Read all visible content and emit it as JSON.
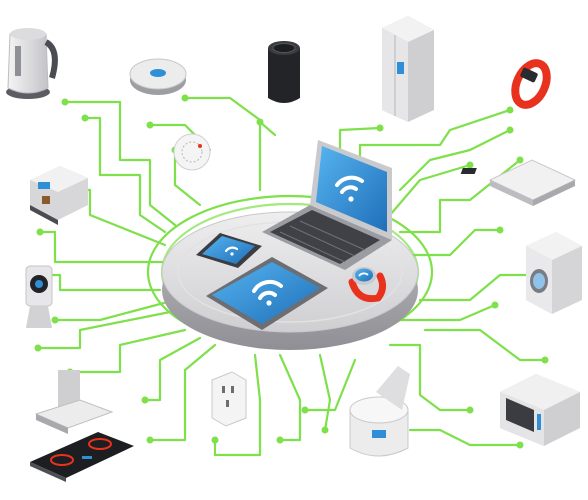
{
  "diagram": {
    "hub": {
      "devices": [
        "laptop",
        "smartphone",
        "tablet",
        "smartwatch"
      ],
      "wifi_icon": "wifi-icon"
    },
    "appliances": [
      "electric-kettle",
      "robot-vacuum",
      "smart-speaker",
      "refrigerator",
      "fitness-band",
      "smoke-detector",
      "coffee-machine",
      "bathroom-scale",
      "security-camera",
      "washing-machine",
      "range-hood",
      "induction-cooktop",
      "power-socket",
      "rice-cooker",
      "microwave-oven"
    ],
    "colors": {
      "circuit": "#7ee04a",
      "platform": "#d9d9dc",
      "screen": "#2f8fd6",
      "accent": "#e8321e"
    }
  }
}
